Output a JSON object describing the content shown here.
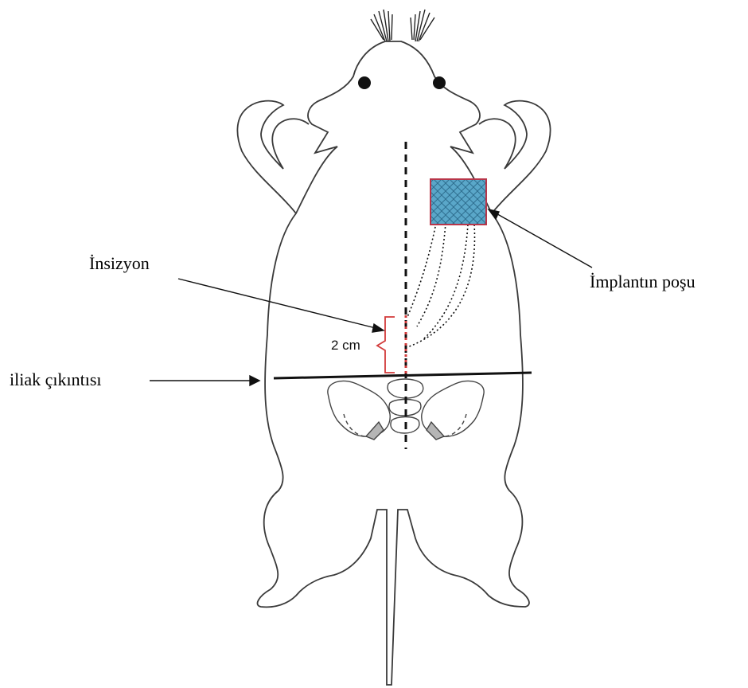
{
  "labels": {
    "incision": "İnsizyon",
    "implant_pocket": "İmplantın poşu",
    "iliac_crest": "iliak çıkıntısı",
    "distance": "2 cm"
  },
  "colors": {
    "outline": "#3a3a3a",
    "line": "#111111",
    "bracket": "#d23a3a",
    "implant_fill": "#5aa7c9",
    "implant_border": "#b8364a",
    "bone_shade": "#b5b5b5"
  },
  "icons": {
    "implant": "mesh-rectangle",
    "eyes": "filled-circle",
    "whiskers": "whisker-tuft"
  }
}
